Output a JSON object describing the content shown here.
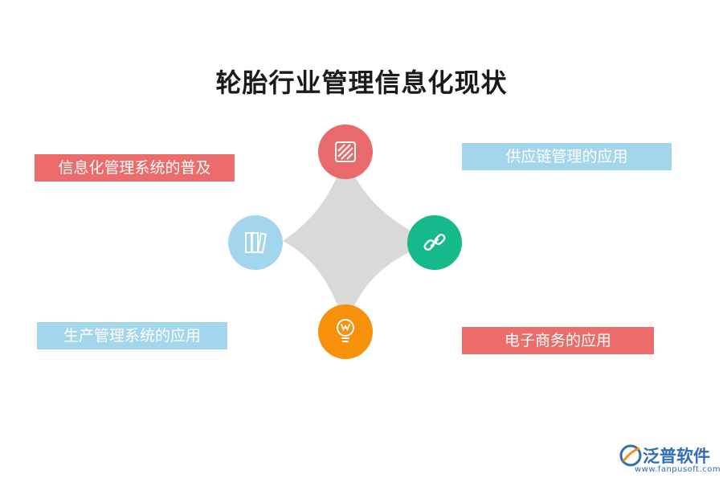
{
  "title": "轮胎行业管理信息化现状",
  "items": {
    "top_left": "信息化管理系统的普及",
    "top_right": "供应链管理的应用",
    "bottom_left": "生产管理系统的应用",
    "bottom_right": "电子商务的应用"
  },
  "nodes": {
    "top": {
      "color": "#e96a6a",
      "icon": "striped-square-icon"
    },
    "left": {
      "color": "#a3d6ec",
      "icon": "books-icon"
    },
    "right": {
      "color": "#15b98a",
      "icon": "link-icon"
    },
    "bottom": {
      "color": "#f7900b",
      "icon": "lightbulb-icon"
    }
  },
  "colors": {
    "red_label": "#ec6b6b",
    "blue_label": "#a3d6ec",
    "star": "#d9d9d9"
  },
  "logo": {
    "name": "泛普软件",
    "url": "www.fanpusoft.com"
  }
}
